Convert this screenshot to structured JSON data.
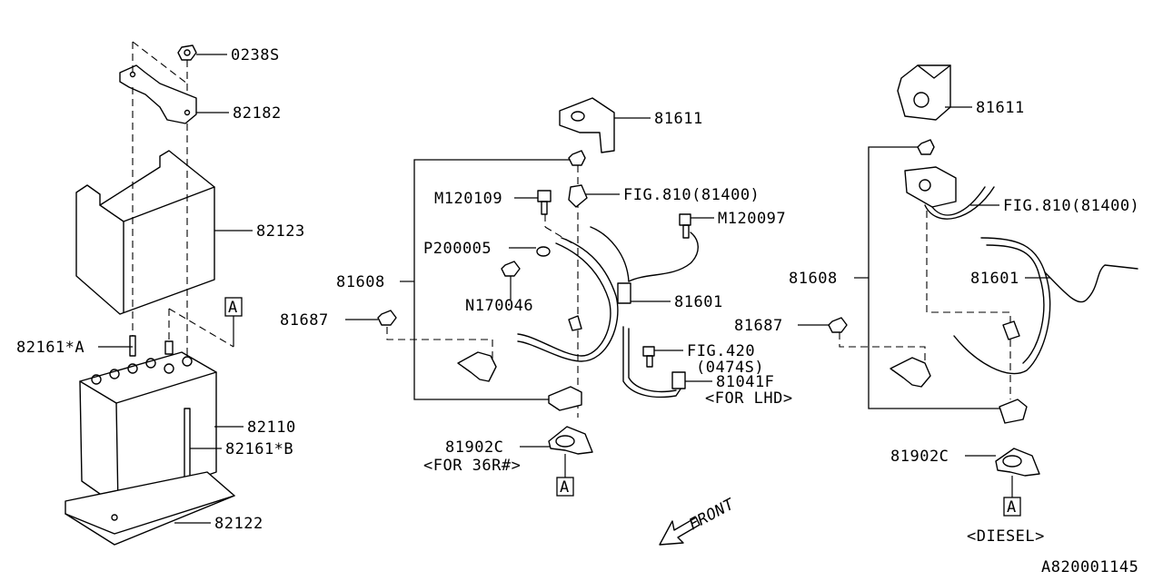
{
  "diagram_id": "A820001145",
  "front_label": "FRONT",
  "labels": {
    "p0238s": "0238S",
    "p82182": "82182",
    "p82123": "82123",
    "refA_box": "A",
    "p82161A": "82161*A",
    "p82110": "82110",
    "p82161B": "82161*B",
    "p82122": "82122",
    "m81611": "81611",
    "m_fig810": "FIG.810(81400)",
    "m_m120109": "M120109",
    "m_m120097": "M120097",
    "m_p200005": "P200005",
    "m_81608": "81608",
    "m_n170046": "N170046",
    "m_81601": "81601",
    "m_81687": "81687",
    "m_fig420": "FIG.420",
    "m_0474s": "(0474S)",
    "m_81041f": "81041F",
    "m_forlhd": "<FOR LHD>",
    "m_81902c": "81902C",
    "m_for36r": "<FOR 36R#>",
    "m_refA": "A",
    "r81611": "81611",
    "r_fig810": "FIG.810(81400)",
    "r_81608": "81608",
    "r_81601": "81601",
    "r_81687": "81687",
    "r_81902c": "81902C",
    "r_refA": "A",
    "r_diesel": "<DIESEL>"
  }
}
